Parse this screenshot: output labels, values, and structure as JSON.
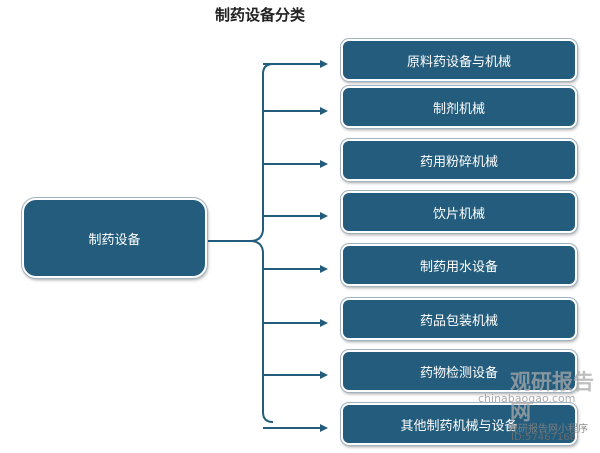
{
  "title": "制药设备分类",
  "root": {
    "label": "制药设备"
  },
  "children": [
    {
      "label": "原料药设备与机械"
    },
    {
      "label": "制剂机械"
    },
    {
      "label": "药用粉碎机械"
    },
    {
      "label": "饮片机械"
    },
    {
      "label": "制药用水设备"
    },
    {
      "label": "药品包装机械"
    },
    {
      "label": "药物检测设备"
    },
    {
      "label": "其他制药机械与设备"
    }
  ],
  "watermark": {
    "site_name": "观研报告网",
    "domain": "chinabaogao.com",
    "wechat": "观研报告网小程序",
    "id": "ID:57467168"
  },
  "colors": {
    "box_fill": "#235c7c",
    "connector": "#235c7c"
  }
}
